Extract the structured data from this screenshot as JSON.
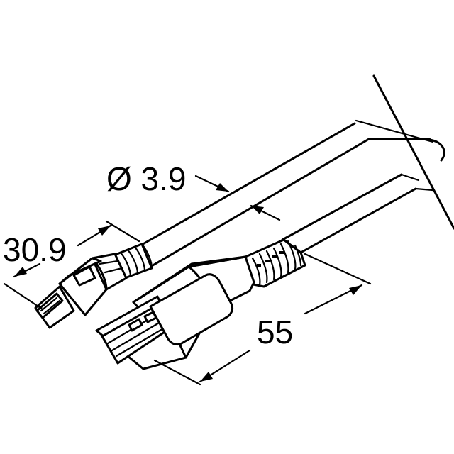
{
  "labels": {
    "diameter": "Ø 3.9",
    "mini_length": "30.9",
    "a_length": "55"
  }
}
